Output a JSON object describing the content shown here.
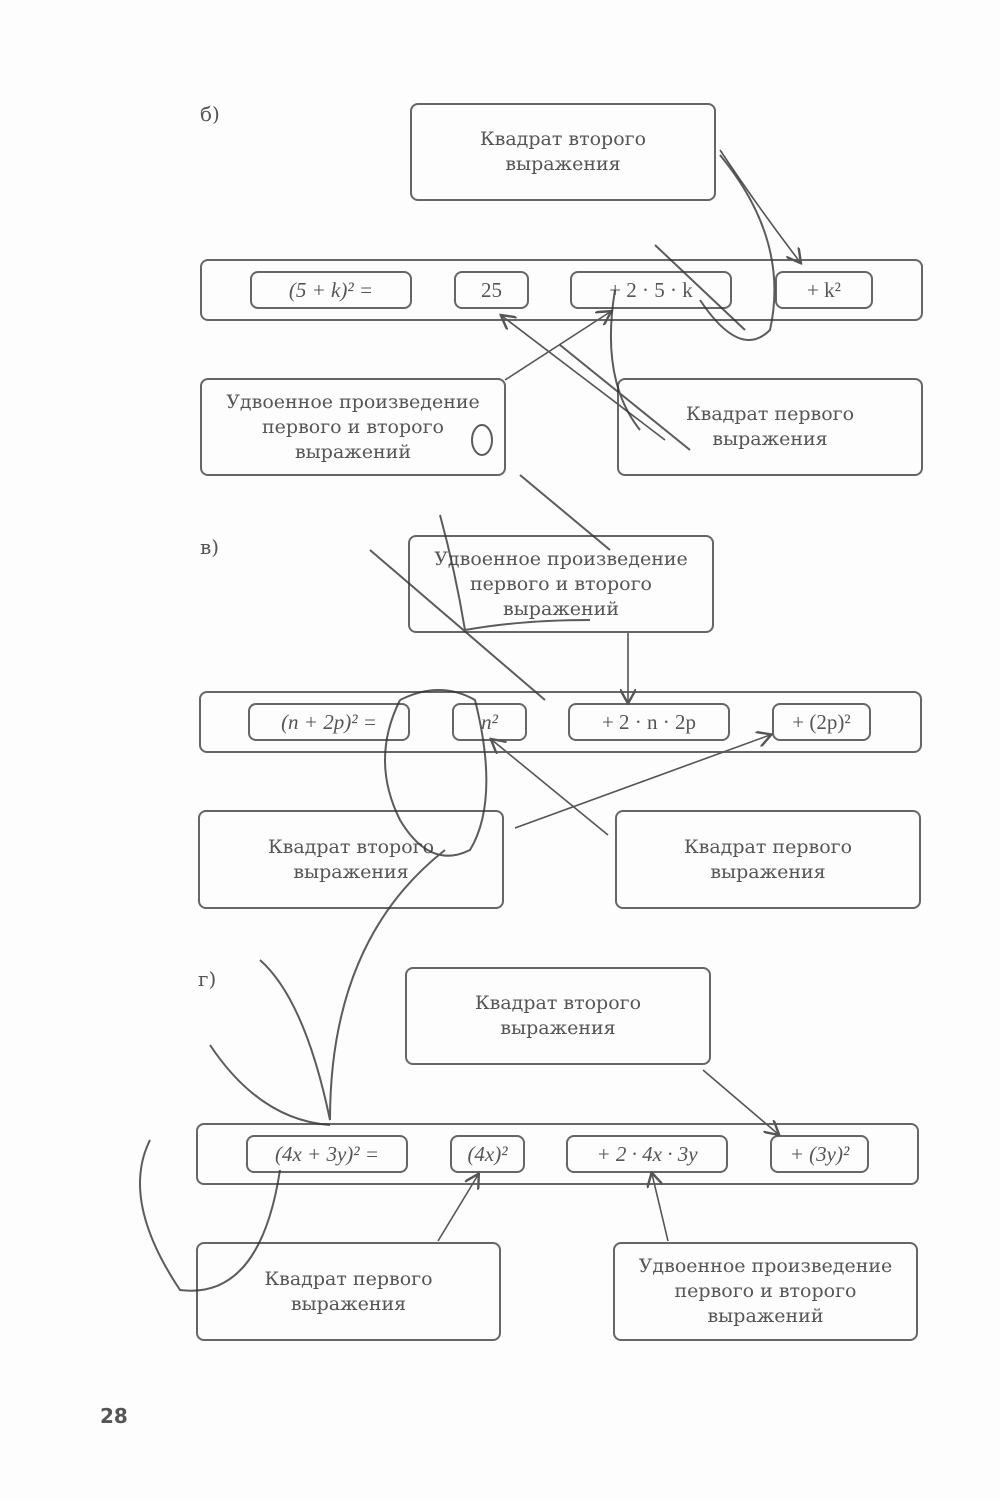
{
  "page_number": "28",
  "sections": [
    {
      "label": "б)",
      "top_box": "Квадрат второго\nвыражения",
      "row": [
        "(5 + k)² =",
        "25",
        "+ 2 · 5 · k",
        "+ k²"
      ],
      "bottom_left": "Удвоенное произведение\nпервого и второго\nвыражений",
      "bottom_right": "Квадрат первого\nвыражения"
    },
    {
      "label": "в)",
      "top_box": "Удвоенное произведение\nпервого и второго\nвыражений",
      "row": [
        "(n + 2p)² =",
        "n²",
        "+ 2 · n · 2p",
        "+ (2p)²"
      ],
      "bottom_left": "Квадрат второго\nвыражения",
      "bottom_right": "Квадрат первого\nвыражения"
    },
    {
      "label": "г)",
      "top_box": "Квадрат второго\nвыражения",
      "row": [
        "(4x + 3y)² =",
        "(4x)²",
        "+ 2 · 4x · 3y",
        "+ (3y)²"
      ],
      "bottom_left": "Квадрат первого\nвыражения",
      "bottom_right": "Удвоенное произведение\nпервого и второго\nвыражений"
    }
  ]
}
